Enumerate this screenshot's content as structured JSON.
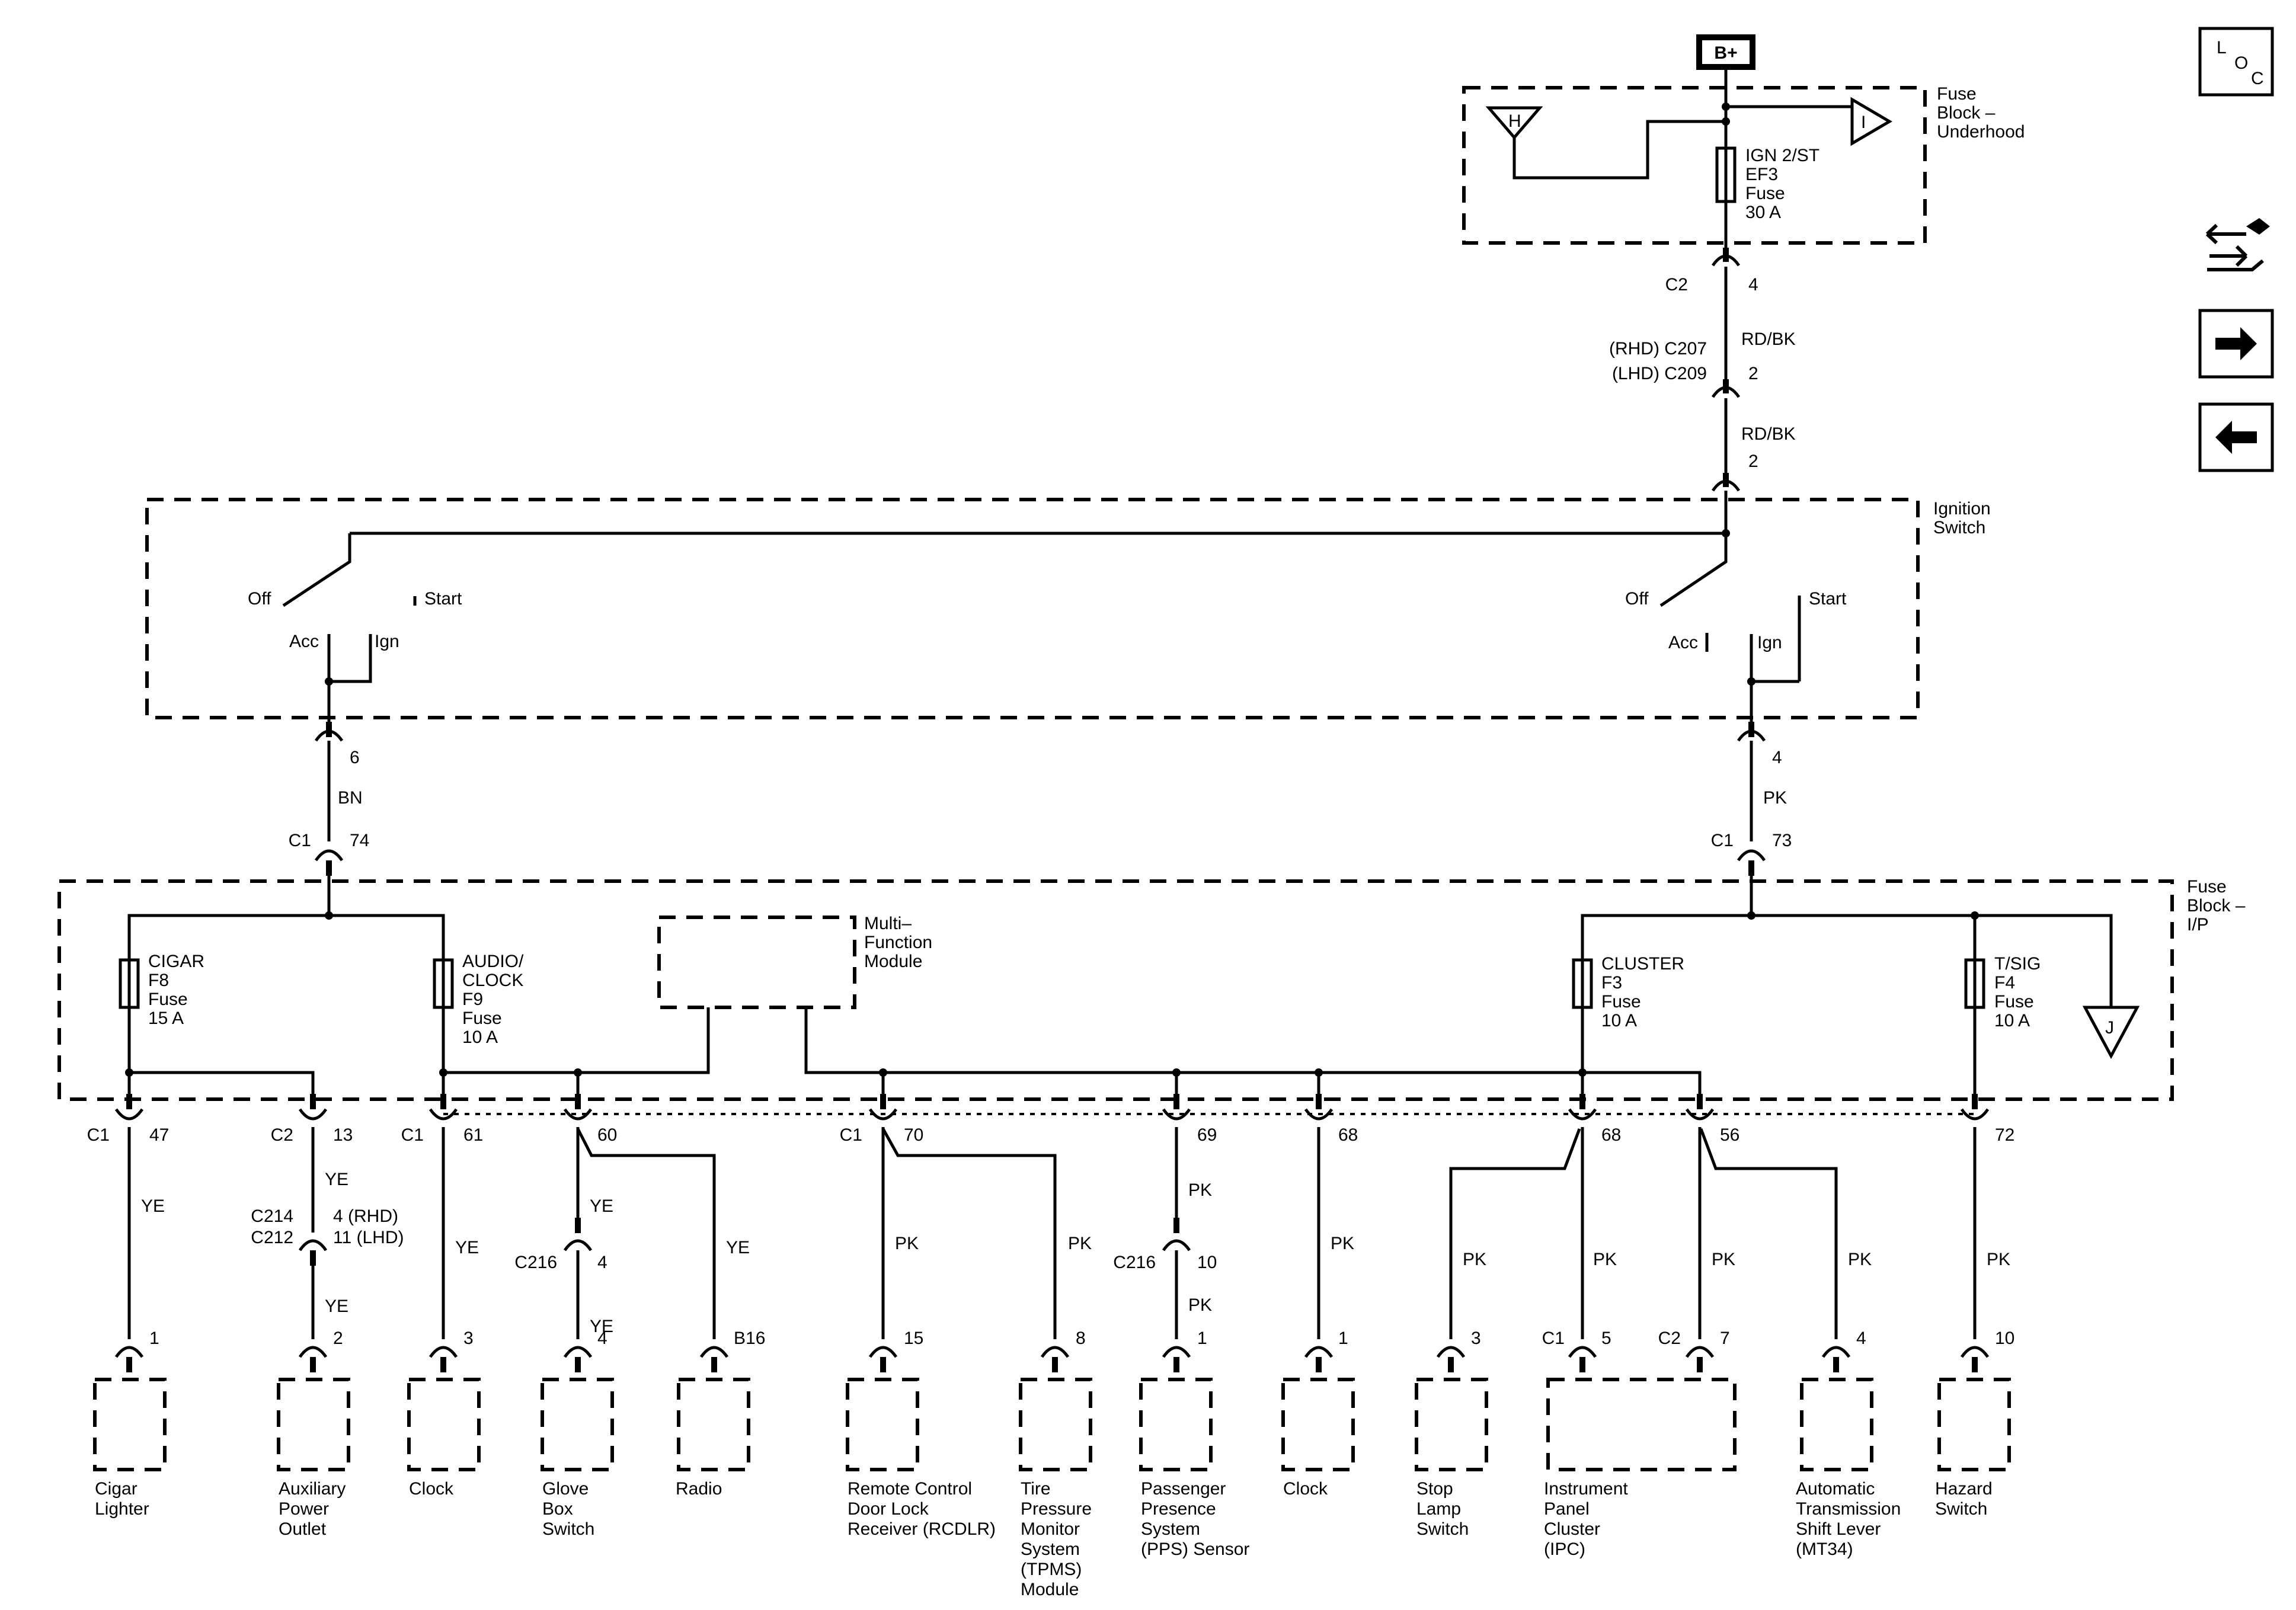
{
  "battery": {
    "label": "B+"
  },
  "underhood_block": {
    "label_1": "Fuse",
    "label_2": "Block –",
    "label_3": "Underhood"
  },
  "fuse_ign2": {
    "line_1": "IGN 2/ST",
    "line_2": "EF3",
    "line_3": "Fuse",
    "line_4": "30 A"
  },
  "ref_h": "H",
  "ref_i": "I",
  "ref_j": "J",
  "c2_upper": {
    "conn": "C2",
    "pin": "4"
  },
  "c207": {
    "rhd": "(RHD) C207",
    "lhd": "(LHD) C209",
    "pin": "2"
  },
  "wire_rdbk_1": "RD/BK",
  "wire_rdbk_2": "RD/BK",
  "ign_switch_pin_top": "2",
  "ignition_switch": {
    "label_1": "Ignition",
    "label_2": "Switch",
    "left": {
      "off": "Off",
      "start": "Start",
      "acc": "Acc",
      "ign": "Ign",
      "pin": "6",
      "wire": "BN"
    },
    "right": {
      "off": "Off",
      "start": "Start",
      "acc": "Acc",
      "ign": "Ign",
      "pin": "4",
      "wire": "PK"
    }
  },
  "c1_74": {
    "conn": "C1",
    "pin": "74"
  },
  "c1_73": {
    "conn": "C1",
    "pin": "73"
  },
  "ip_block": {
    "label_1": "Fuse",
    "label_2": "Block –",
    "label_3": "I/P"
  },
  "fuse_cigar": {
    "line_1": "CIGAR",
    "line_2": "F8",
    "line_3": "Fuse",
    "line_4": "15 A"
  },
  "fuse_audio": {
    "line_1": "AUDIO/",
    "line_2": "CLOCK",
    "line_3": "F9",
    "line_4": "Fuse",
    "line_5": "10 A"
  },
  "mfm": {
    "line_1": "Multi–",
    "line_2": "Function",
    "line_3": "Module"
  },
  "fuse_cluster": {
    "line_1": "CLUSTER",
    "line_2": "F3",
    "line_3": "Fuse",
    "line_4": "10 A"
  },
  "fuse_tsig": {
    "line_1": "T/SIG",
    "line_2": "F4",
    "line_3": "Fuse",
    "line_4": "10 A"
  },
  "out_c1_47": {
    "conn": "C1",
    "pin": "47",
    "wire": "YE"
  },
  "out_c2_13": {
    "conn": "C2",
    "pin": "13",
    "wire": "YE"
  },
  "c214": {
    "conn_1": "C214",
    "conn_2": "C212",
    "pin_1": "4 (RHD)",
    "pin_2": "11 (LHD)",
    "wire": "YE"
  },
  "out_c1_61": {
    "conn": "C1",
    "pin": "61",
    "wire": "YE"
  },
  "out_60": {
    "pin": "60",
    "wire_a": "YE",
    "wire_b": "YE"
  },
  "c216_left": {
    "conn": "C216",
    "pin": "4",
    "wire": "YE"
  },
  "out_c1_70": {
    "conn": "C1",
    "pin": "70",
    "wire_a": "PK",
    "wire_b": "PK"
  },
  "out_69": {
    "pin": "69",
    "wire": "PK"
  },
  "c216_right": {
    "conn": "C216",
    "pin": "10",
    "wire": "PK"
  },
  "out_68a": {
    "pin": "68",
    "wire": "PK"
  },
  "out_68b": {
    "pin": "68",
    "wire_a": "PK",
    "wire_b": "PK"
  },
  "out_56": {
    "pin": "56",
    "wire_a": "PK",
    "wire_b": "PK"
  },
  "out_72": {
    "pin": "72",
    "wire": "PK"
  },
  "components": {
    "cigar": {
      "pin": "1",
      "line_1": "Cigar",
      "line_2": "Lighter"
    },
    "aux": {
      "pin": "2",
      "line_1": "Auxiliary",
      "line_2": "Power",
      "line_3": "Outlet"
    },
    "clock1": {
      "pin": "3",
      "line_1": "Clock"
    },
    "glove": {
      "pin": "4",
      "line_1": "Glove",
      "line_2": "Box",
      "line_3": "Switch"
    },
    "radio": {
      "pin": "B16",
      "line_1": "Radio"
    },
    "rcdlr": {
      "pin": "15",
      "line_1": "Remote Control",
      "line_2": "Door Lock",
      "line_3": "Receiver (RCDLR)"
    },
    "tpms": {
      "pin": "8",
      "line_1": "Tire",
      "line_2": "Pressure",
      "line_3": "Monitor",
      "line_4": "System",
      "line_5": "(TPMS)",
      "line_6": "Module"
    },
    "pps": {
      "pin": "1",
      "line_1": "Passenger",
      "line_2": "Presence",
      "line_3": "System",
      "line_4": "(PPS) Sensor"
    },
    "clock2": {
      "pin": "1",
      "line_1": "Clock"
    },
    "stop": {
      "pin": "3",
      "line_1": "Stop",
      "line_2": "Lamp",
      "line_3": "Switch"
    },
    "ipc": {
      "conn_1": "C1",
      "pin_1": "5",
      "conn_2": "C2",
      "pin_2": "7",
      "line_1": "Instrument",
      "line_2": "Panel",
      "line_3": "Cluster",
      "line_4": "(IPC)"
    },
    "shift": {
      "pin": "4",
      "line_1": "Automatic",
      "line_2": "Transmission",
      "line_3": "Shift Lever",
      "line_4": "(MT34)"
    },
    "hazard": {
      "pin": "10",
      "line_1": "Hazard",
      "line_2": "Switch"
    }
  },
  "nav": {
    "loc_l": "L",
    "loc_o": "O",
    "loc_c": "C"
  }
}
